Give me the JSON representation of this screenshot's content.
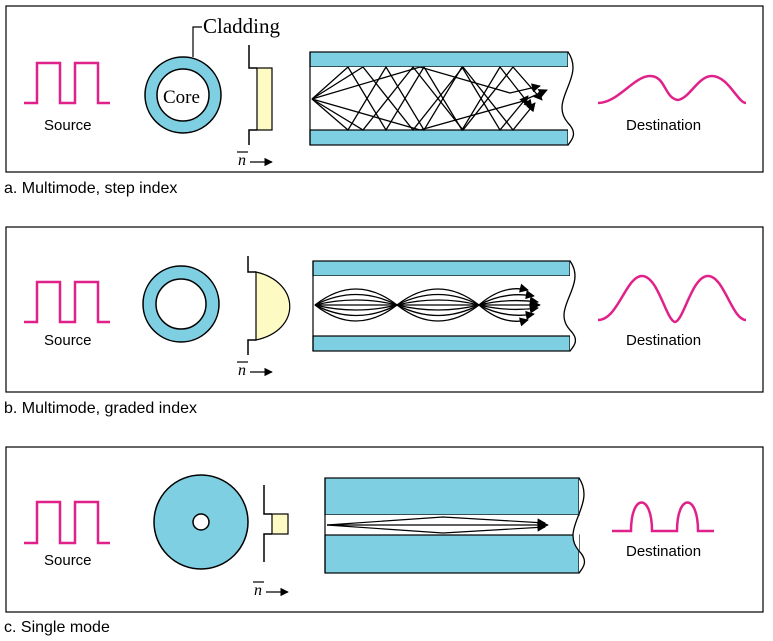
{
  "colors": {
    "fiber": "#7fcfe3",
    "signal": "#e0218a",
    "profile": "#fdfac4",
    "stroke": "#000000"
  },
  "panels": [
    {
      "id": "a",
      "source_label": "Source",
      "destination_label": "Destination",
      "caption": "a. Multimode, step index",
      "cladding_label": "Cladding",
      "core_label": "Core",
      "index_label": "n"
    },
    {
      "id": "b",
      "source_label": "Source",
      "destination_label": "Destination",
      "caption": "b. Multimode, graded index",
      "index_label": "n"
    },
    {
      "id": "c",
      "source_label": "Source",
      "destination_label": "Destination",
      "caption": "c. Single mode",
      "index_label": "n"
    }
  ]
}
